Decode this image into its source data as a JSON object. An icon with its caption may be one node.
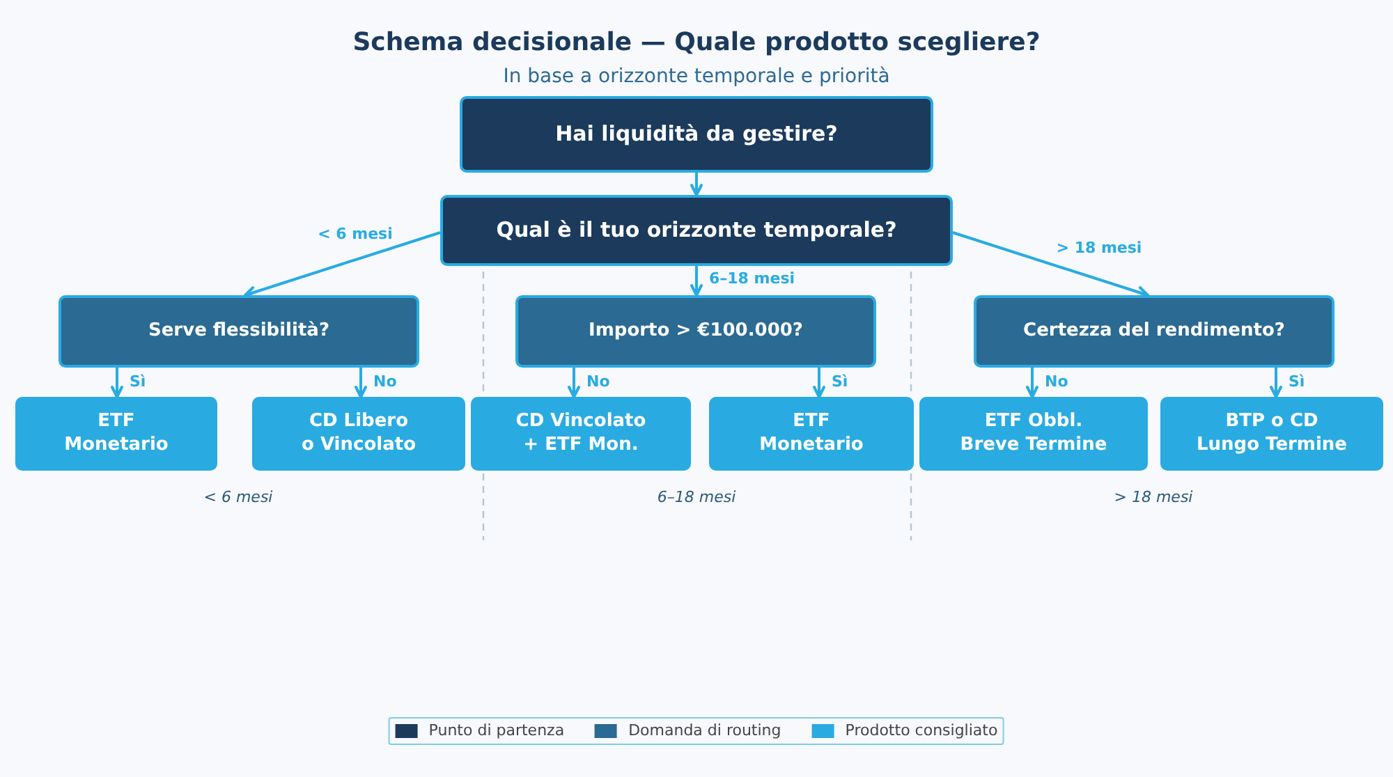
{
  "diagram": {
    "title": "Schema decisionale — Quale prodotto scegliere?",
    "nodes": [
      {
        "text": [
          "Hai liquidità da gestire?"
        ]
      },
      {
        "text": [
          "Qual è il tuo orizzonte temporale?"
        ]
      },
      {
        "text": [
          "Serve flessibilità?"
        ]
      },
      {
        "text": [
          "Importo > €100.000?"
        ]
      },
      {
        "text": [
          "Certezza del rendimento?"
        ]
      },
      {
        "text": [
          "ETF Monetario"
        ]
      },
      {
        "text": [
          "CD Libero o Vincolato"
        ]
      },
      {
        "text": [
          "CD Vincolato + ETF Mon."
        ]
      },
      {
        "text": [
          "ETF Monetario"
        ]
      },
      {
        "text": [
          "ETF Obbl. Breve Termine"
        ]
      },
      {
        "text": [
          "BTP o CD Lungo Termine"
        ]
      }
    ],
    "edges": [
      {
        "from": 0,
        "to": 1,
        "arrow": "to"
      },
      {
        "from": 1,
        "to": 2,
        "arrow": "to",
        "label": "< 6 mesi"
      },
      {
        "from": 1,
        "to": 3,
        "arrow": "to",
        "label": "6–18 mesi"
      },
      {
        "from": 1,
        "to": 4,
        "arrow": "to",
        "label": "> 18 mesi"
      },
      {
        "from": 2,
        "to": 5,
        "arrow": "to",
        "label": "Sì"
      },
      {
        "from": 2,
        "to": 6,
        "arrow": "to",
        "label": "No"
      },
      {
        "from": 3,
        "to": 7,
        "arrow": "to",
        "label": "No"
      },
      {
        "from": 3,
        "to": 8,
        "arrow": "to",
        "label": "Sì"
      },
      {
        "from": 4,
        "to": 9,
        "arrow": "to",
        "label": "No"
      },
      {
        "from": 4,
        "to": 10,
        "arrow": "to",
        "label": "Sì"
      }
    ],
    "labels": [
      "In base a orizzonte temporale e priorità",
      "< 6 mesi",
      "6–18 mesi",
      "> 18 mesi"
    ],
    "legend": [
      {
        "text": "Punto di partenza",
        "color": "#1b3a5c"
      },
      {
        "text": "Domanda di routing",
        "color": "#2b6a92"
      },
      {
        "text": "Prodotto consigliato",
        "color": "#29abe2"
      }
    ]
  }
}
